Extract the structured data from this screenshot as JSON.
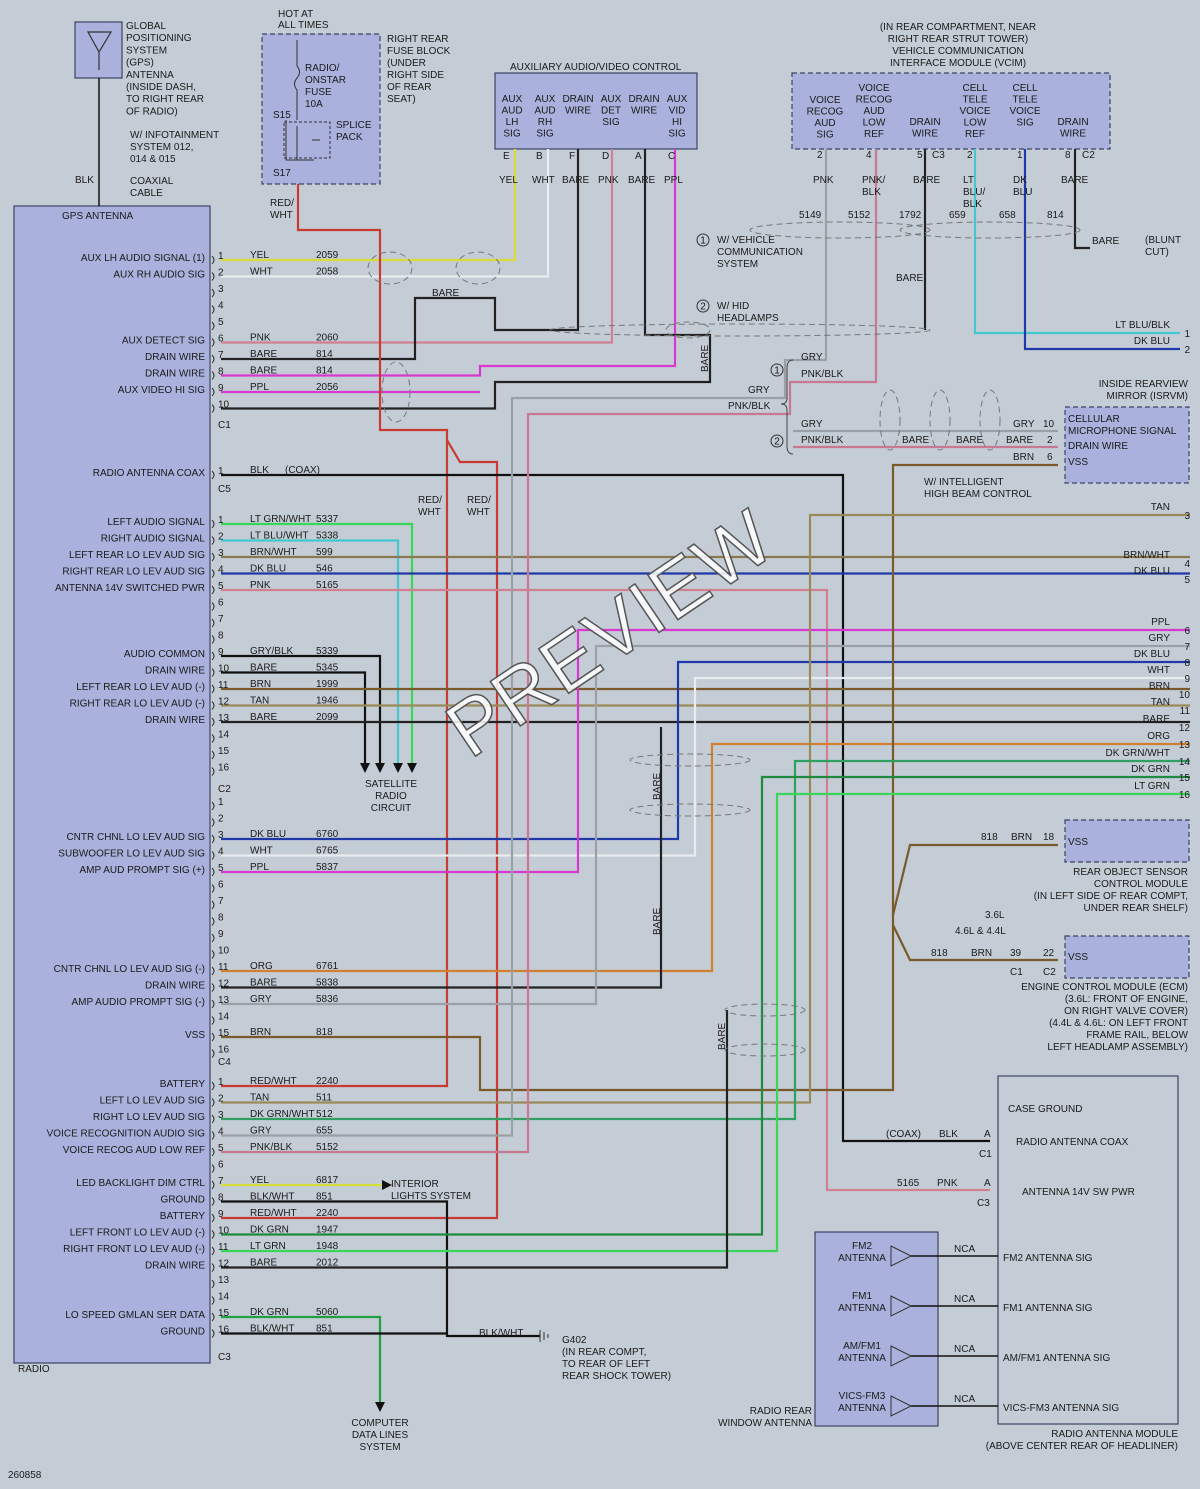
{
  "diagram_id": "260858",
  "watermark": "PREVIEW",
  "gps_antenna": {
    "label": [
      "GLOBAL",
      "POSITIONING",
      "SYSTEM",
      "(GPS)",
      "ANTENNA",
      "(INSIDE DASH,",
      "TO RIGHT REAR",
      "OF RADIO)"
    ],
    "note": [
      "W/ INFOTAINMENT",
      "SYSTEM 012,",
      "014 & 015"
    ],
    "wire_color": "BLK",
    "cable": [
      "COAXIAL",
      "CABLE"
    ]
  },
  "fuse_block": {
    "hot_at": [
      "HOT AT",
      "ALL TIMES"
    ],
    "fuse": [
      "RADIO/",
      "ONSTAR",
      "FUSE",
      "10A"
    ],
    "s15": "S15",
    "s17": "S17",
    "splice": [
      "SPLICE",
      "PACK"
    ],
    "label": [
      "RIGHT REAR",
      "FUSE BLOCK",
      "(UNDER",
      "RIGHT SIDE",
      "OF REAR",
      "SEAT)"
    ],
    "wire": [
      "RED/",
      "WHT"
    ]
  },
  "aux_av": {
    "title": "AUXILIARY AUDIO/VIDEO CONTROL",
    "cols": [
      {
        "label": [
          "AUX",
          "AUD",
          "LH",
          "SIG"
        ],
        "pin": "E",
        "color": "YEL"
      },
      {
        "label": [
          "AUX",
          "AUD",
          "RH",
          "SIG"
        ],
        "pin": "B",
        "color": "WHT"
      },
      {
        "label": [
          "DRAIN",
          "WIRE"
        ],
        "pin": "F",
        "color": "BARE"
      },
      {
        "label": [
          "AUX",
          "DET",
          "SIG"
        ],
        "pin": "D",
        "color": "PNK"
      },
      {
        "label": [
          "DRAIN",
          "WIRE"
        ],
        "pin": "A",
        "color": "BARE"
      },
      {
        "label": [
          "AUX",
          "VID",
          "HI",
          "SIG"
        ],
        "pin": "C",
        "color": "PPL"
      }
    ]
  },
  "vcim": {
    "title": [
      "(IN REAR COMPARTMENT, NEAR",
      "RIGHT REAR STRUT TOWER)",
      "VEHICLE COMMUNICATION",
      "INTERFACE MODULE (VCIM)"
    ],
    "cols": [
      {
        "label": [
          "VOICE",
          "RECOG",
          "AUD",
          "SIG"
        ],
        "pin": "2",
        "color": "PNK",
        "circuit": "5149"
      },
      {
        "label": [
          "VOICE",
          "RECOG",
          "AUD",
          "LOW",
          "REF"
        ],
        "pin": "4",
        "color": "PNK/ BLK",
        "circuit": "5152"
      },
      {
        "label": [
          "DRAIN",
          "WIRE"
        ],
        "pin": "5",
        "color": "BARE",
        "circuit": "1792"
      },
      {
        "label": [
          "CELL",
          "TELE",
          "VOICE",
          "LOW",
          "REF"
        ],
        "pin": "2",
        "color": "LT BLU/ BLK",
        "circuit": "659"
      },
      {
        "label": [
          "CELL",
          "TELE",
          "VOICE",
          "SIG"
        ],
        "pin": "1",
        "color": "DK BLU",
        "circuit": "658"
      },
      {
        "label": [
          "DRAIN",
          "WIRE"
        ],
        "pin": "8",
        "color": "BARE",
        "circuit": "814"
      }
    ],
    "c3": "C3",
    "c2": "C2",
    "blunt": [
      "(BLUNT",
      "CUT)"
    ]
  },
  "options": {
    "opt1": [
      "W/ VEHICLE",
      "COMMUNICATION",
      "SYSTEM"
    ],
    "opt2": [
      "W/ HID",
      "HEADLAMPS"
    ],
    "ihc": [
      "W/ INTELLIGENT",
      "HIGH BEAM CONTROL"
    ]
  },
  "isrvm": {
    "title": [
      "INSIDE REARVIEW",
      "MIRROR (ISRVM)"
    ],
    "rows": [
      {
        "label": "CELLULAR MICROPHONE SIGNAL",
        "pin": "10",
        "color": "GRY"
      },
      {
        "label": "DRAIN WIRE",
        "pin": "2",
        "color": "BARE"
      },
      {
        "label": "VSS",
        "pin": "6",
        "color": "BRN"
      }
    ]
  },
  "radio": {
    "name": "RADIO",
    "header": "GPS ANTENNA",
    "connectors": [
      {
        "id": "C1",
        "pins": [
          {
            "n": "1",
            "label": "AUX LH AUDIO SIGNAL (1)",
            "color": "YEL",
            "circuit": "2059"
          },
          {
            "n": "2",
            "label": "AUX RH AUDIO SIG",
            "color": "WHT",
            "circuit": "2058"
          },
          {
            "n": "3"
          },
          {
            "n": "4"
          },
          {
            "n": "5"
          },
          {
            "n": "6",
            "label": "AUX DETECT SIG",
            "color": "PNK",
            "circuit": "2060"
          },
          {
            "n": "7",
            "label": "DRAIN WIRE",
            "color": "BARE",
            "circuit": "814"
          },
          {
            "n": "8",
            "label": "DRAIN WIRE",
            "color": "BARE",
            "circuit": "814"
          },
          {
            "n": "9",
            "label": "AUX VIDEO HI SIG",
            "color": "PPL",
            "circuit": "2056"
          },
          {
            "n": "10"
          }
        ]
      },
      {
        "id": "C5",
        "pins": [
          {
            "n": "1",
            "label": "RADIO ANTENNA COAX",
            "color": "BLK",
            "circuit": "(COAX)"
          }
        ]
      },
      {
        "id": "C2",
        "pins": [
          {
            "n": "1",
            "label": "LEFT AUDIO SIGNAL",
            "color": "LT GRN/WHT",
            "circuit": "5337"
          },
          {
            "n": "2",
            "label": "RIGHT AUDIO SIGNAL",
            "color": "LT BLU/WHT",
            "circuit": "5338"
          },
          {
            "n": "3",
            "label": "LEFT REAR LO LEV AUD SIG",
            "color": "BRN/WHT",
            "circuit": "599"
          },
          {
            "n": "4",
            "label": "RIGHT REAR LO LEV AUD SIG",
            "color": "DK BLU",
            "circuit": "546"
          },
          {
            "n": "5",
            "label": "ANTENNA 14V SWITCHED PWR",
            "color": "PNK",
            "circuit": "5165"
          },
          {
            "n": "6"
          },
          {
            "n": "7"
          },
          {
            "n": "8"
          },
          {
            "n": "9",
            "label": "AUDIO COMMON",
            "color": "GRY/BLK",
            "circuit": "5339"
          },
          {
            "n": "10",
            "label": "DRAIN WIRE",
            "color": "BARE",
            "circuit": "5345"
          },
          {
            "n": "11",
            "label": "LEFT REAR LO LEV AUD (-)",
            "color": "BRN",
            "circuit": "1999"
          },
          {
            "n": "12",
            "label": "RIGHT REAR LO LEV AUD (-)",
            "color": "TAN",
            "circuit": "1946"
          },
          {
            "n": "13",
            "label": "DRAIN WIRE",
            "color": "BARE",
            "circuit": "2099"
          },
          {
            "n": "14"
          },
          {
            "n": "15"
          },
          {
            "n": "16"
          }
        ]
      },
      {
        "id": "C4",
        "pins": [
          {
            "n": "1"
          },
          {
            "n": "2"
          },
          {
            "n": "3",
            "label": "CNTR CHNL LO LEV AUD SIG",
            "color": "DK BLU",
            "circuit": "6760"
          },
          {
            "n": "4",
            "label": "SUBWOOFER LO LEV AUD SIG",
            "color": "WHT",
            "circuit": "6765"
          },
          {
            "n": "5",
            "label": "AMP AUD PROMPT SIG (+)",
            "color": "PPL",
            "circuit": "5837"
          },
          {
            "n": "6"
          },
          {
            "n": "7"
          },
          {
            "n": "8"
          },
          {
            "n": "9"
          },
          {
            "n": "10"
          },
          {
            "n": "11",
            "label": "CNTR CHNL LO LEV AUD SIG (-)",
            "color": "ORG",
            "circuit": "6761"
          },
          {
            "n": "12",
            "label": "DRAIN WIRE",
            "color": "BARE",
            "circuit": "5838"
          },
          {
            "n": "13",
            "label": "AMP AUDIO PROMPT SIG (-)",
            "color": "GRY",
            "circuit": "5836"
          },
          {
            "n": "14"
          },
          {
            "n": "15",
            "label": "VSS",
            "color": "BRN",
            "circuit": "818"
          },
          {
            "n": "16"
          }
        ]
      },
      {
        "id": "C3",
        "pins": [
          {
            "n": "1",
            "label": "BATTERY",
            "color": "RED/WHT",
            "circuit": "2240"
          },
          {
            "n": "2",
            "label": "LEFT LO LEV AUD SIG",
            "color": "TAN",
            "circuit": "511"
          },
          {
            "n": "3",
            "label": "RIGHT LO LEV AUD SIG",
            "color": "DK GRN/WHT",
            "circuit": "512"
          },
          {
            "n": "4",
            "label": "VOICE RECOGNITION AUDIO SIG",
            "color": "GRY",
            "circuit": "655"
          },
          {
            "n": "5",
            "label": "VOICE RECOG AUD LOW REF",
            "color": "PNK/BLK",
            "circuit": "5152"
          },
          {
            "n": "6"
          },
          {
            "n": "7",
            "label": "LED BACKLIGHT DIM CTRL",
            "color": "YEL",
            "circuit": "6817"
          },
          {
            "n": "8",
            "label": "GROUND",
            "color": "BLK/WHT",
            "circuit": "851"
          },
          {
            "n": "9",
            "label": "BATTERY",
            "color": "RED/WHT",
            "circuit": "2240"
          },
          {
            "n": "10",
            "label": "LEFT FRONT LO LEV AUD (-)",
            "color": "DK GRN",
            "circuit": "1947"
          },
          {
            "n": "11",
            "label": "RIGHT FRONT LO LEV AUD (-)",
            "color": "LT GRN",
            "circuit": "1948"
          },
          {
            "n": "12",
            "label": "DRAIN WIRE",
            "color": "BARE",
            "circuit": "2012"
          },
          {
            "n": "13"
          },
          {
            "n": "14"
          },
          {
            "n": "15",
            "label": "LO SPEED GMLAN SER DATA",
            "color": "DK GRN",
            "circuit": "5060"
          },
          {
            "n": "16",
            "label": "GROUND",
            "color": "BLK/WHT",
            "circuit": "851"
          }
        ]
      }
    ]
  },
  "right_outputs": [
    {
      "n": "1",
      "color": "LT BLU/BLK"
    },
    {
      "n": "2",
      "color": "DK BLU"
    },
    {
      "n": "3",
      "color": "TAN"
    },
    {
      "n": "4",
      "color": "BRN/WHT"
    },
    {
      "n": "5",
      "color": "DK BLU"
    },
    {
      "n": "6",
      "color": "PPL"
    },
    {
      "n": "7",
      "color": "GRY"
    },
    {
      "n": "8",
      "color": "DK BLU"
    },
    {
      "n": "9",
      "color": "WHT"
    },
    {
      "n": "10",
      "color": "BRN"
    },
    {
      "n": "11",
      "color": "TAN"
    },
    {
      "n": "12",
      "color": "BARE"
    },
    {
      "n": "13",
      "color": "ORG"
    },
    {
      "n": "14",
      "color": "DK GRN/WHT"
    },
    {
      "n": "15",
      "color": "DK GRN"
    },
    {
      "n": "16",
      "color": "LT GRN"
    }
  ],
  "mid_labels": {
    "bare": "BARE",
    "gry": "GRY",
    "pnkblk": "PNK/BLK",
    "redwht": [
      "RED/",
      "WHT"
    ],
    "satellite": [
      "SATELLITE",
      "RADIO",
      "CIRCUIT"
    ],
    "interior": [
      "INTERIOR",
      "LIGHTS SYSTEM"
    ],
    "computer": [
      "COMPUTER",
      "DATA LINES",
      "SYSTEM"
    ],
    "g402": "G402",
    "g402_loc": [
      "(IN REAR COMPT,",
      "TO REAR OF LEFT",
      "REAR SHOCK TOWER)"
    ],
    "blkwht": "BLK/WHT"
  },
  "rosm": {
    "vss": "VSS",
    "circuit": "818",
    "color": "BRN",
    "pin": "18",
    "title": [
      "REAR OBJECT SENSOR",
      "CONTROL MODULE",
      "(IN LEFT SIDE OF REAR COMPT,",
      "UNDER REAR SHELF)"
    ]
  },
  "ecm": {
    "vss": "VSS",
    "circuit": "818",
    "color": "BRN",
    "pin_a": "39",
    "pin_b": "22",
    "c1": "C1",
    "c2": "C2",
    "eng_a": "3.6L",
    "eng_b": "4.6L & 4.4L",
    "title": [
      "ENGINE CONTROL MODULE (ECM)",
      "(3.6L: FRONT OF ENGINE,",
      "ON RIGHT VALVE COVER)",
      "(4.4L & 4.6L: ON LEFT FRONT",
      "FRAME RAIL, BELOW",
      "LEFT HEADLAMP ASSEMBLY)"
    ]
  },
  "antenna_module": {
    "case_ground": "CASE GROUND",
    "coax": "(COAX)",
    "blk": "BLK",
    "radio_coax": "RADIO ANTENNA COAX",
    "pin_a": "A",
    "c1": "C1",
    "pwr_circuit": "5165",
    "pwr_color": "PNK",
    "pwr": "ANTENNA 14V SW PWR",
    "c3": "C3",
    "inputs": [
      {
        "ant": [
          "FM2",
          "ANTENNA"
        ],
        "nca": "NCA",
        "sig": "FM2 ANTENNA SIG"
      },
      {
        "ant": [
          "FM1",
          "ANTENNA"
        ],
        "nca": "NCA",
        "sig": "FM1 ANTENNA SIG"
      },
      {
        "ant": [
          "AM/FM1",
          "ANTENNA"
        ],
        "nca": "NCA",
        "sig": "AM/FM1 ANTENNA SIG"
      },
      {
        "ant": [
          "VICS-FM3",
          "ANTENNA"
        ],
        "nca": "NCA",
        "sig": "VICS-FM3 ANTENNA SIG"
      }
    ],
    "window_antenna": [
      "RADIO REAR",
      "WINDOW ANTENNA"
    ],
    "title": [
      "RADIO ANTENNA MODULE",
      "(ABOVE CENTER REAR OF HEADLINER)"
    ]
  },
  "colors": {
    "YEL": "#d8dc3a",
    "WHT": "#e8ecef",
    "BARE": "#222222",
    "PNK": "#d08090",
    "PPL": "#d838d0",
    "RED": "#c83a32",
    "LTGRN": "#3ad55a",
    "LTBLU": "#44c8d0",
    "BRNWHT": "#8a7850",
    "DKBLU": "#2038a8",
    "GRY": "#9aa0a6",
    "BRN": "#7a5a2a",
    "TAN": "#9a8a58",
    "ORG": "#d08030",
    "DKGRNWHT": "#30a060",
    "DKGRN": "#208a40",
    "GRN": "#20a040",
    "BLK": "#111111",
    "PINKBLK": "#c87890"
  }
}
